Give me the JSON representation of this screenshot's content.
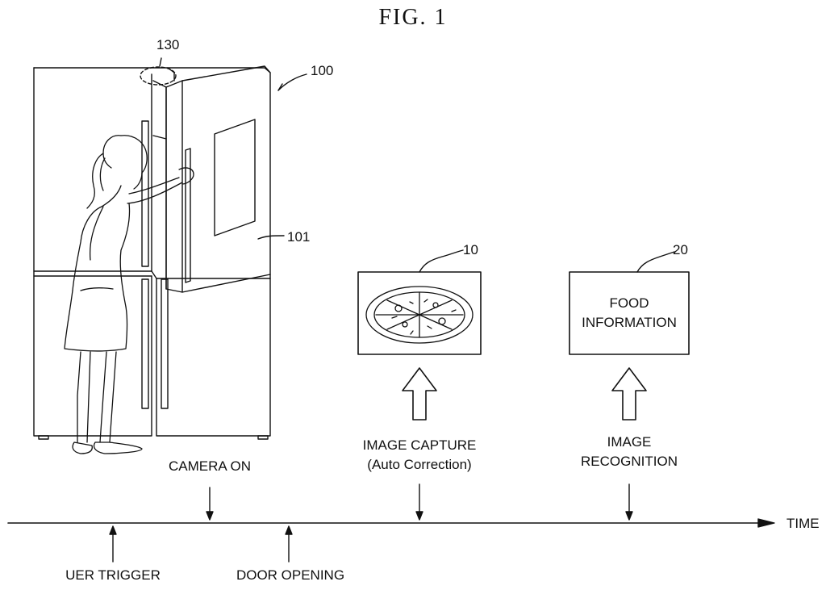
{
  "figure_title": "FIG. 1",
  "refs": {
    "r130": "130",
    "r100": "100",
    "r101": "101",
    "r10": "10",
    "r20": "20"
  },
  "boxes": {
    "food_line1": "FOOD",
    "food_line2": "INFORMATION"
  },
  "captions": {
    "image_capture_line1": "IMAGE CAPTURE",
    "image_capture_line2": "(Auto Correction)",
    "image_recognition_line1": "IMAGE",
    "image_recognition_line2": "RECOGNITION"
  },
  "timeline": {
    "axis_label": "TIME",
    "events_above": [
      "CAMERA ON"
    ],
    "events_below": [
      "UER TRIGGER",
      "DOOR OPENING"
    ]
  }
}
